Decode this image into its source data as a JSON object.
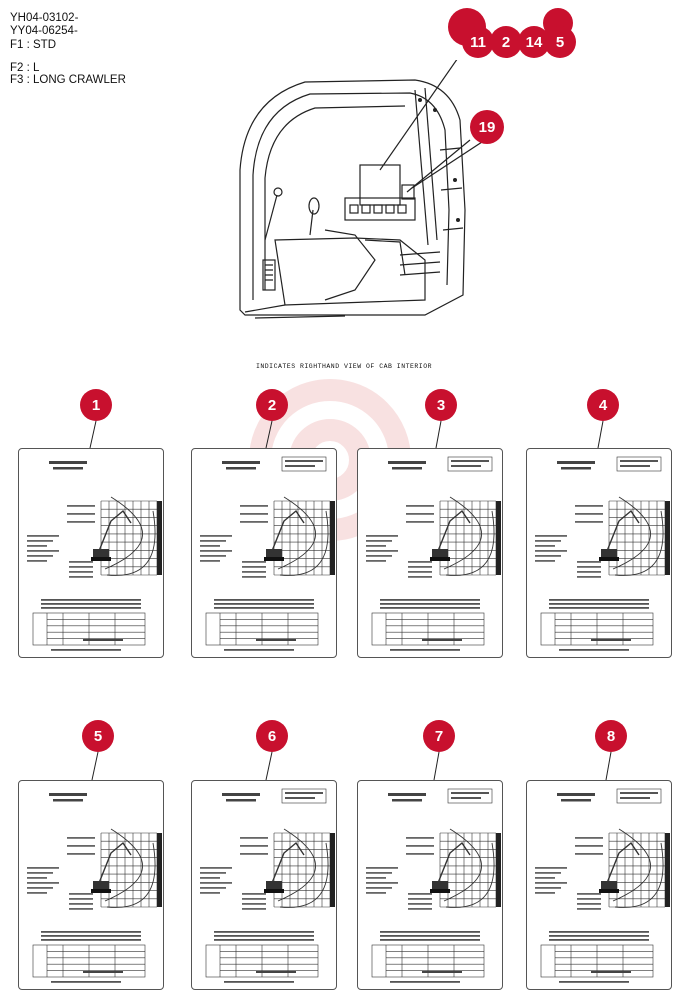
{
  "header": {
    "serial_lines": [
      "YH04-03102-",
      "YY04-06254-"
    ],
    "variants": [
      {
        "code": "F1",
        "label": "STD"
      },
      {
        "code": "F2",
        "label": "L"
      },
      {
        "code": "F3",
        "label": "LONG CRAWLER"
      }
    ]
  },
  "caption": "INDICATES RIGHTHAND VIEW OF CAB INTERIOR",
  "cab_callouts": [
    "11",
    "2",
    "14",
    "5",
    "19"
  ],
  "cards": [
    {
      "number": "1"
    },
    {
      "number": "2"
    },
    {
      "number": "3"
    },
    {
      "number": "4"
    },
    {
      "number": "5"
    },
    {
      "number": "6"
    },
    {
      "number": "7"
    },
    {
      "number": "8"
    }
  ],
  "colors": {
    "callout": "#c8102e",
    "line": "#222222",
    "watermark": "#e8a0a0"
  }
}
